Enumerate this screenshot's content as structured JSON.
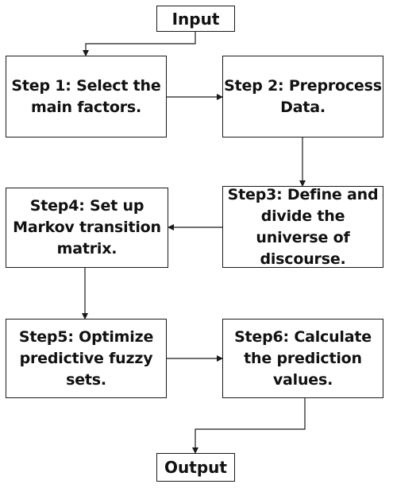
{
  "nodes": {
    "input": {
      "lines": [
        "Input"
      ]
    },
    "step1": {
      "lines": [
        "Step 1: Select the",
        "main factors."
      ]
    },
    "step2": {
      "lines": [
        "Step 2: Preprocess",
        "Data."
      ]
    },
    "step3": {
      "lines": [
        "Step3: Define and",
        "divide the",
        "universe of",
        "discourse."
      ]
    },
    "step4": {
      "lines": [
        "Step4: Set up",
        "Markov transition",
        "matrix."
      ]
    },
    "step5": {
      "lines": [
        "Step5: Optimize",
        "predictive fuzzy",
        "sets."
      ]
    },
    "step6": {
      "lines": [
        "Step6: Calculate",
        "the prediction",
        "values."
      ]
    },
    "output": {
      "lines": [
        "Output"
      ]
    }
  },
  "colors": {
    "stroke": "#1a1a1a",
    "text": "#111111",
    "background": "#ffffff"
  }
}
